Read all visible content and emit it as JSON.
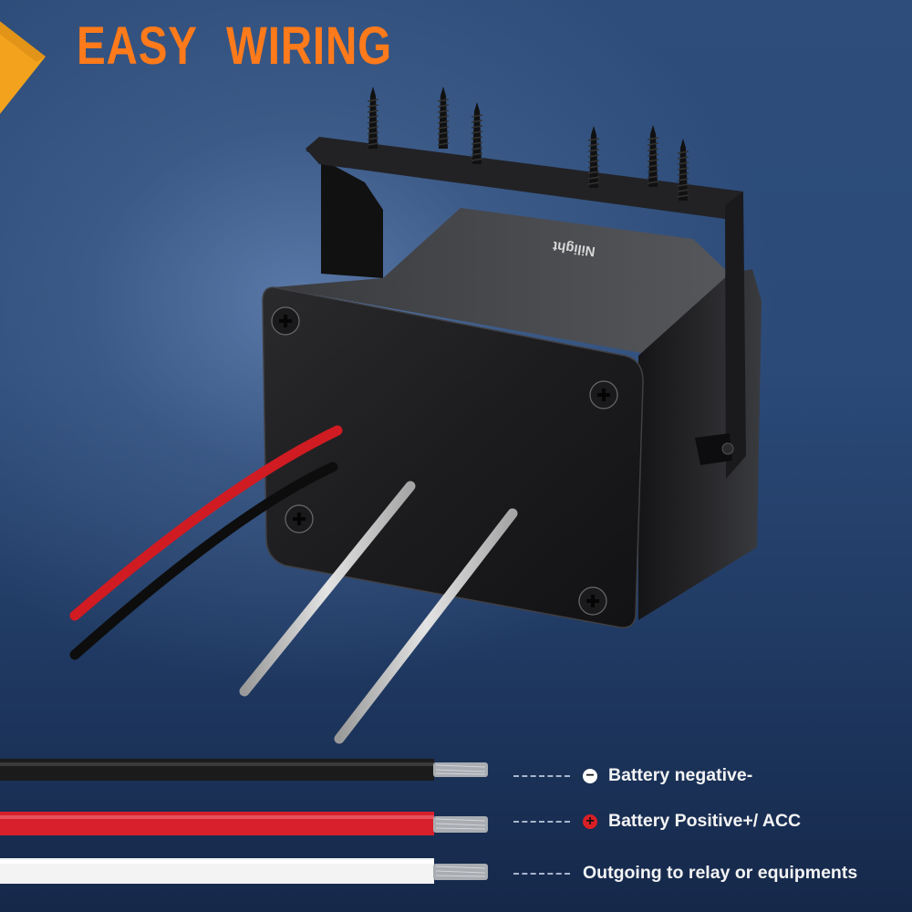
{
  "banner": {
    "title": "EASY  WIRING",
    "title_color": "#ff7a1a",
    "corner_tab_color": "#f2a21c"
  },
  "product": {
    "name": "relay switch box with mounting bracket",
    "brand_mark": "Nilight",
    "screws_on_bracket": 6,
    "case_screws": 4,
    "lead_wires": [
      "red",
      "black",
      "white",
      "white"
    ]
  },
  "wires": [
    {
      "color_name": "black",
      "color": "#1a1a1a",
      "label": "Battery negative-",
      "icon": "minus-circle-icon",
      "icon_glyph": "−"
    },
    {
      "color_name": "red",
      "color": "#d8202c",
      "label": "Battery Positive+/ ACC",
      "icon": "plus-circle-icon",
      "icon_glyph": "+"
    },
    {
      "color_name": "white",
      "color": "#f3f3f3",
      "label": "Outgoing to relay or equipments",
      "icon": null,
      "icon_glyph": ""
    }
  ],
  "background": {
    "top": "#2e4d7a",
    "bottom": "#15284a"
  }
}
